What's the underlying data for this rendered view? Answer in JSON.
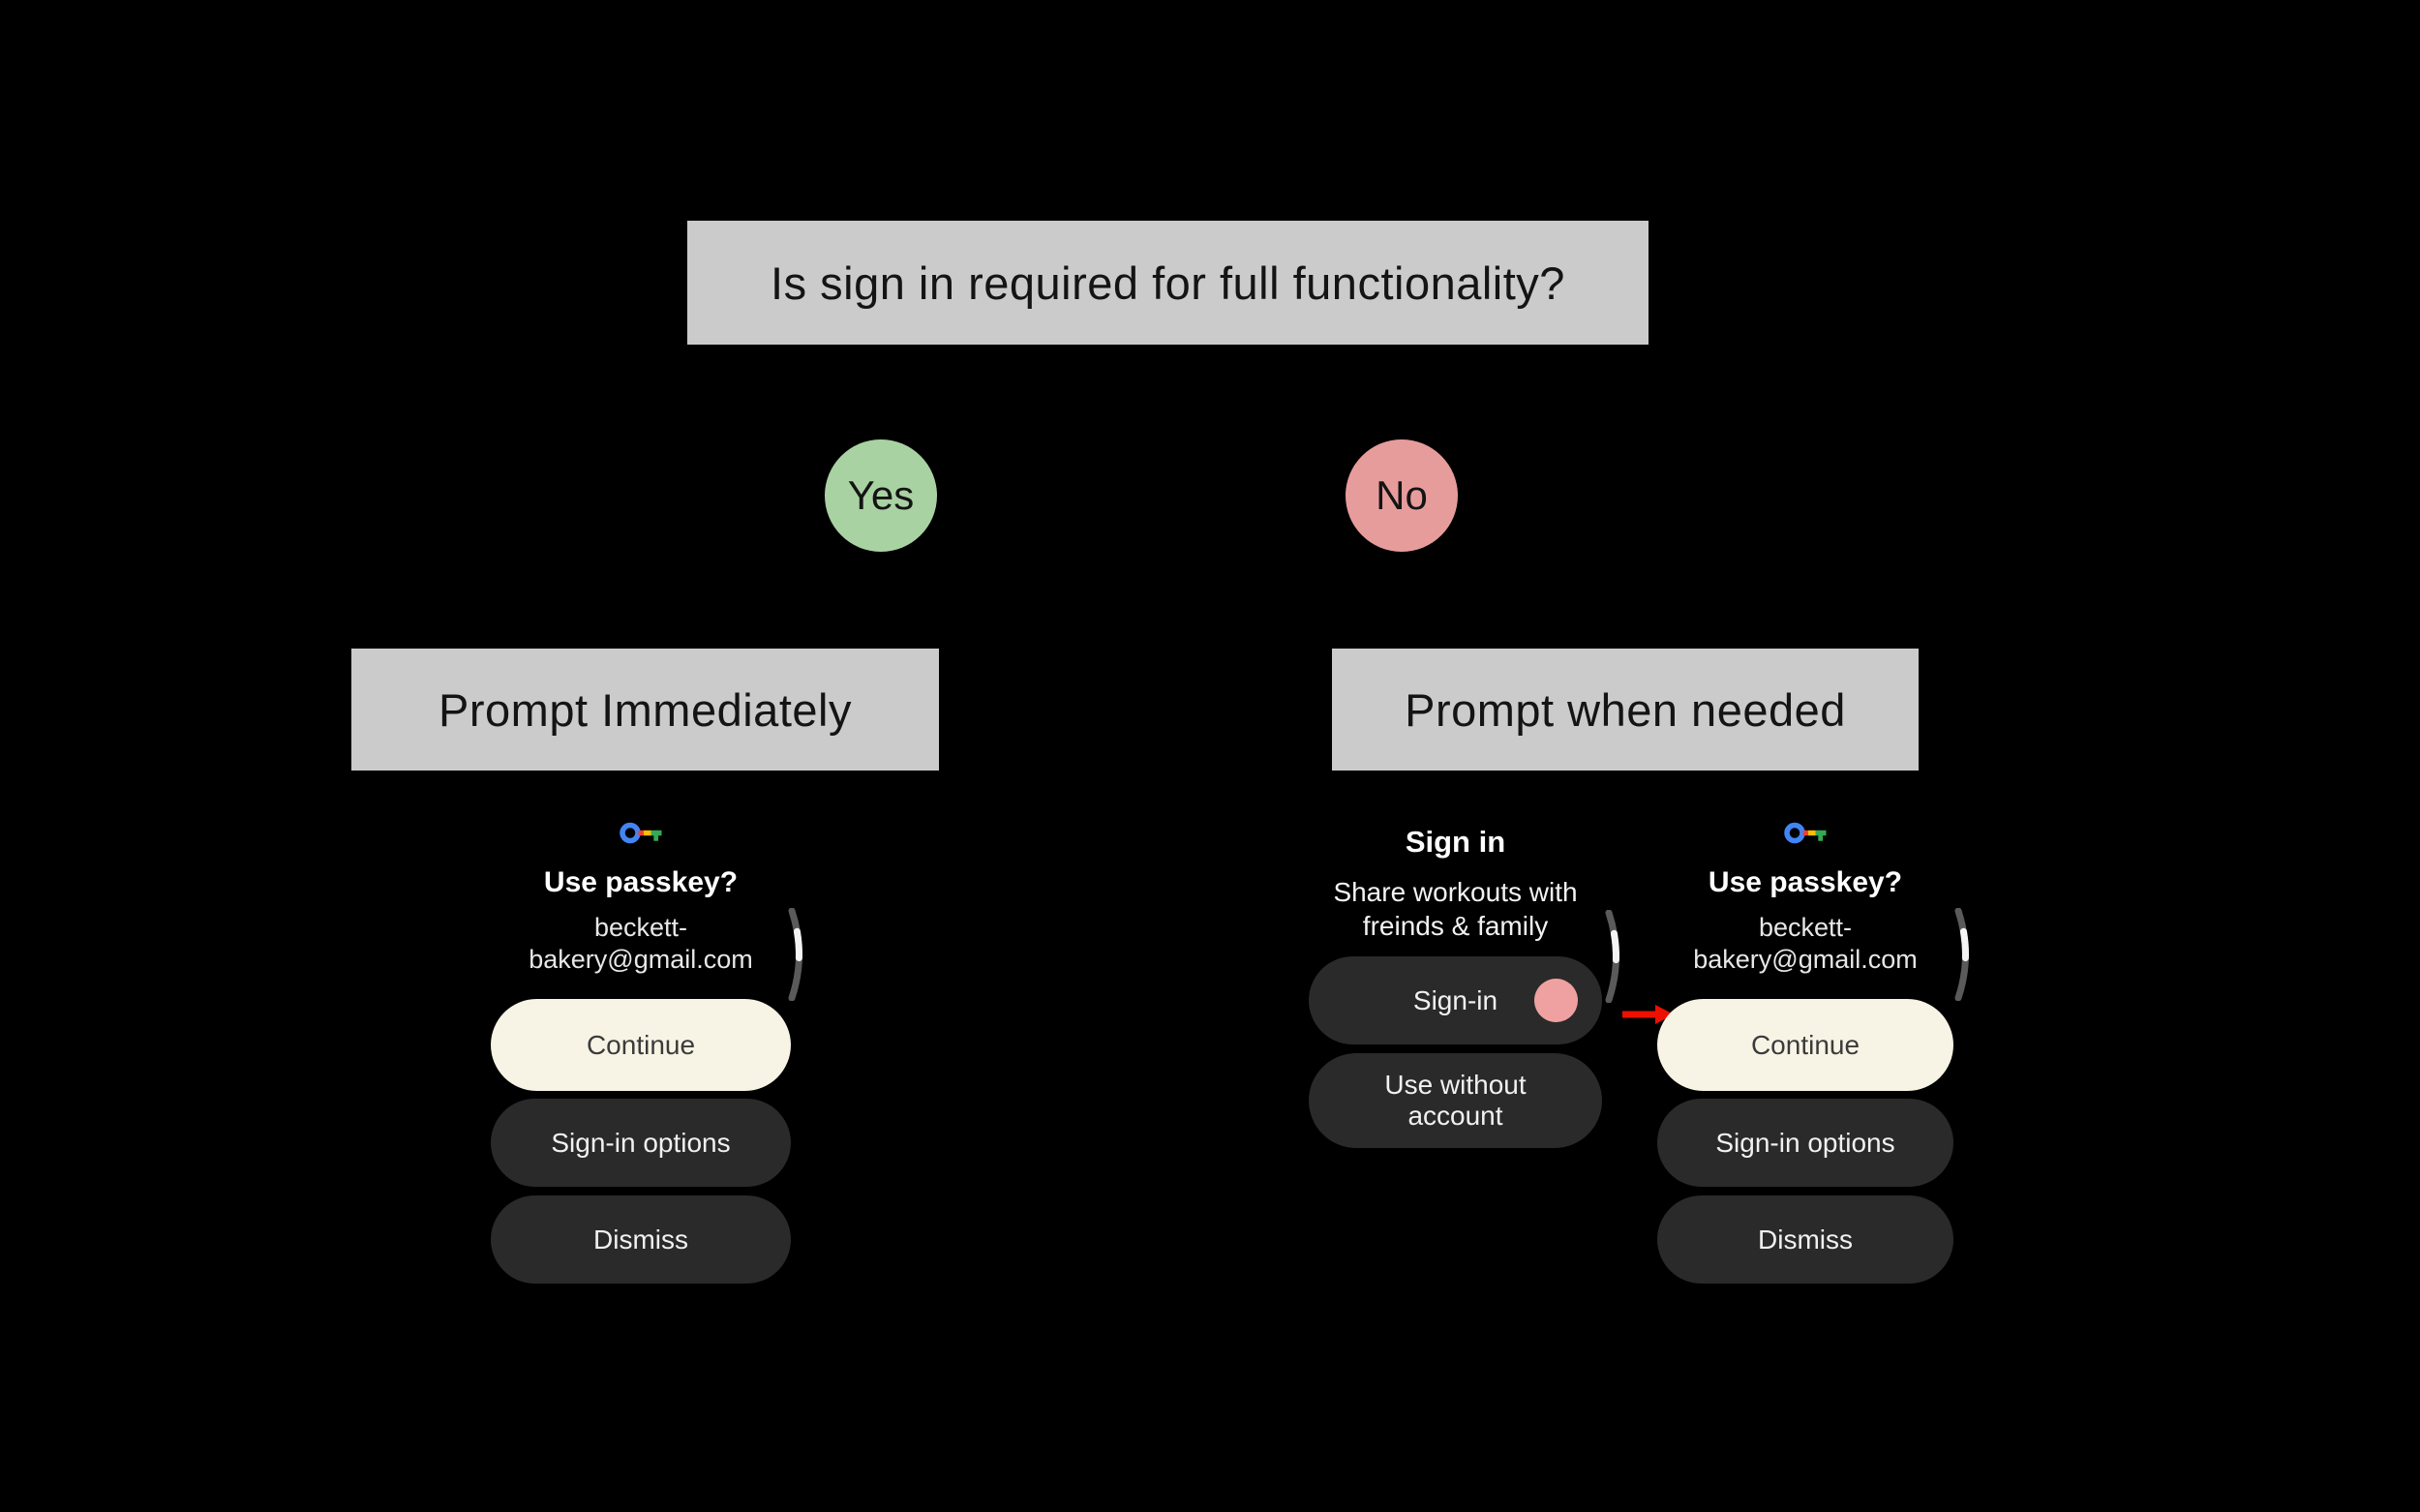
{
  "flowchart": {
    "question": "Is sign in required for full functionality?",
    "yes": {
      "answer": "Yes",
      "outcome": "Prompt Immediately"
    },
    "no": {
      "answer": "No",
      "outcome": "Prompt when needed"
    }
  },
  "passkey_screen": {
    "icon_name": "google-passkey-key-icon",
    "title": "Use passkey?",
    "email_lines": [
      "beckett-",
      "bakery@gmail.com"
    ],
    "buttons": {
      "continue": "Continue",
      "signin_options": "Sign-in options",
      "dismiss": "Dismiss"
    }
  },
  "signin_screen": {
    "title": "Sign in",
    "subtitle_lines": [
      "Share workouts with",
      "freinds & family"
    ],
    "buttons": {
      "signin": "Sign-in",
      "use_without_account_lines": [
        "Use without",
        "account"
      ]
    },
    "tap_indicator_icon": "pink-tap-dot"
  },
  "annotation": {
    "arrow_icon": "red-arrow-right"
  },
  "colors": {
    "background": "#000000",
    "box_bg": "#CBCBCB",
    "box_text": "#141414",
    "yes_bg": "#A9D2A2",
    "no_bg": "#E79C9C",
    "cream_btn": "#F8F4E5",
    "cream_btn_text": "#3B3B3B",
    "dark_btn": "#2A2A2A",
    "light_text": "#FFFFFF",
    "muted_text": "#E7E7E7",
    "pink_dot": "#EFA1A1",
    "arrow_red": "#ED0F00",
    "key_blue": "#4285F4",
    "key_red": "#EA4335",
    "key_yellow": "#FBBC04",
    "key_green": "#34A853",
    "scroll_track": "#5A5A5A",
    "scroll_thumb": "#F4F4F4"
  }
}
